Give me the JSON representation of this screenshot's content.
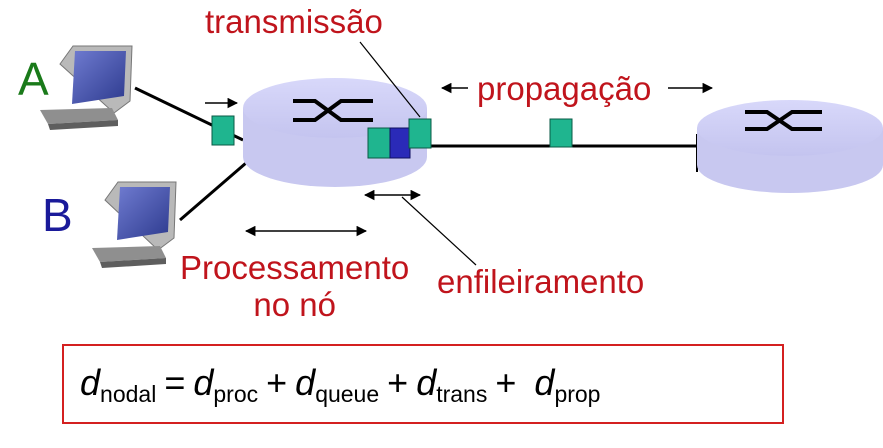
{
  "labels": {
    "transmission": "transmissão",
    "propagation": "propagação",
    "host_a": "A",
    "host_b": "B",
    "processing_line1": "Processamento",
    "processing_line2": "no nó",
    "queueing": "enfileiramento"
  },
  "formula": {
    "d": "d",
    "nodal": "nodal",
    "equals": "=",
    "plus": "+",
    "proc": "proc",
    "queue": "queue",
    "trans": "trans",
    "prop": "prop"
  },
  "colors": {
    "label_red": "#c0141c",
    "host_a_green": "#1a7a1a",
    "host_b_blue": "#1a1a9a",
    "router_fill": "#c9c9f2",
    "packet_green": "#1fb58f",
    "packet_blue": "#2a2ab8",
    "formula_border": "#d42020"
  },
  "icons": [
    "computer-icon",
    "router-icon",
    "packet-icon",
    "arrow-icon"
  ]
}
